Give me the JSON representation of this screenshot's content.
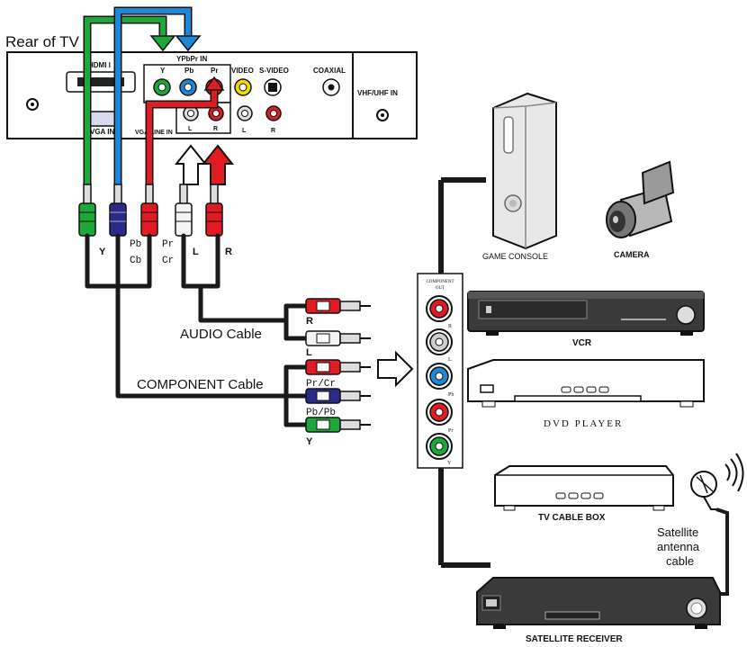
{
  "tv": {
    "rear_label": "Rear of TV",
    "hdmi_label": "HDMI I",
    "vga_label": "VGA IN",
    "vga_line_label": "VGA LINE IN",
    "ypbpr_label": "YPbPr IN",
    "y_label": "Y",
    "pb_label": "Pb",
    "pr_label": "Pr",
    "video_label": "VIDEO",
    "svideo_label": "S-VIDEO",
    "coaxial_label": "COAXIAL",
    "vhf_label": "VHF/UHF IN",
    "audio_l_label": "L",
    "audio_r_label": "R",
    "video_l_label": "L",
    "video_r_label": "R"
  },
  "plugs": {
    "y": "Y",
    "pb_cb": "Pb\nCb",
    "pb": "Pb",
    "cb": "Cb",
    "pr": "Pr",
    "cr": "Cr",
    "l": "L",
    "r": "R"
  },
  "cables": {
    "audio": "AUDIO Cable",
    "component": "COMPONENT Cable",
    "audio_r": "R",
    "audio_l": "L",
    "comp_pr": "Pr/Cr",
    "comp_pb": "Pb/Pb",
    "comp_y": "Y"
  },
  "panel": {
    "title_line1": "COMPONENT",
    "title_line2": "OUT",
    "jacks": [
      "R",
      "L",
      "Pb",
      "Pr",
      "Y"
    ]
  },
  "devices": {
    "game_console": "GAME CONSOLE",
    "camera": "CAMERA",
    "vcr": "VCR",
    "dvd": "DVD PLAYER",
    "cable_box": "TV CABLE BOX",
    "satellite": "SATELLITE RECEIVER",
    "antenna_line1": "Satellite",
    "antenna_line2": "antenna",
    "antenna_line3": "cable"
  },
  "colors": {
    "green": "#1fa83a",
    "blue": "#1e88d8",
    "red": "#e01b22",
    "navy": "#2a2a8c",
    "black": "#1a1a1a"
  }
}
